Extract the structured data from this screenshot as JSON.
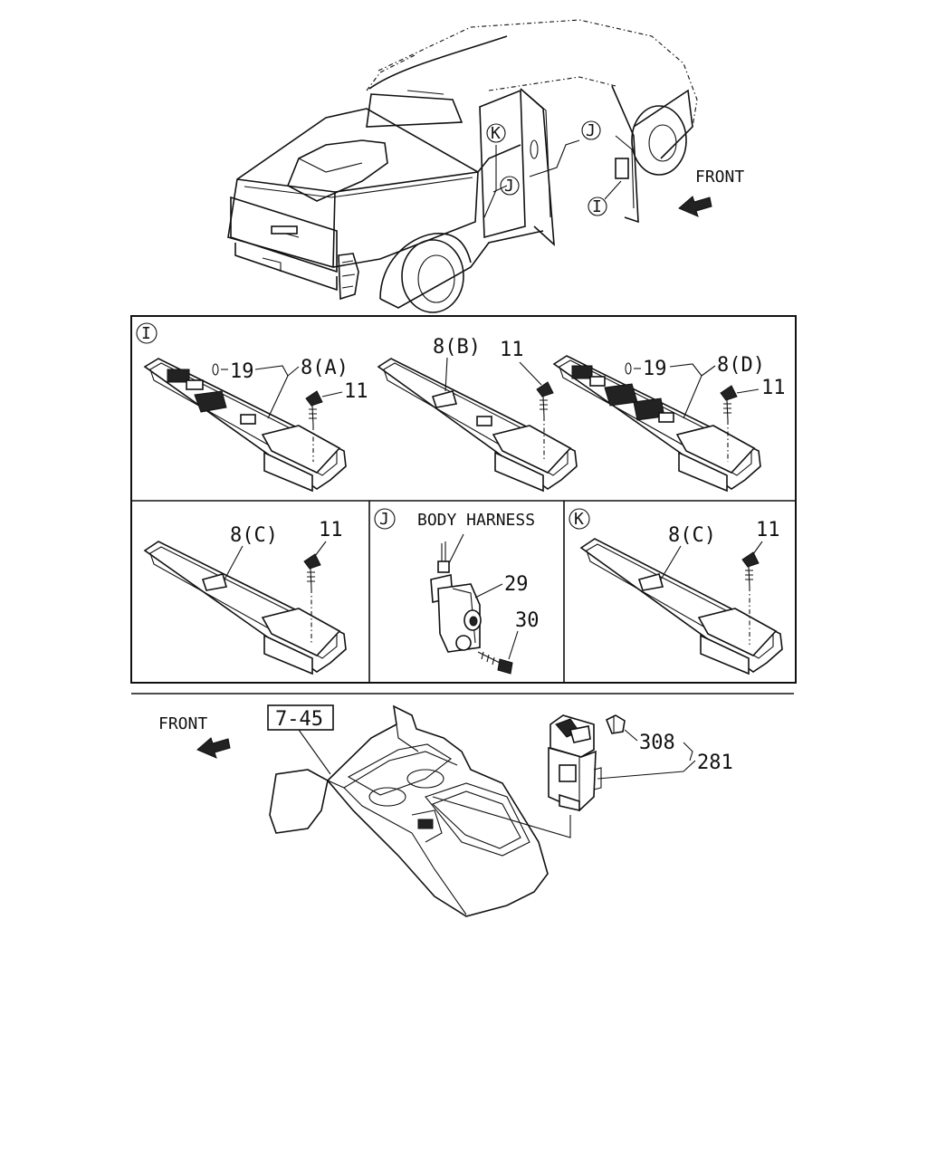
{
  "truck_view": {
    "front_label": "FRONT",
    "callouts": [
      "I",
      "J",
      "K"
    ]
  },
  "panel_i": {
    "tag": "I",
    "switch_a": {
      "part": "8(A)",
      "clip": "19",
      "screw": "11"
    },
    "switch_b": {
      "part": "8(B)",
      "screw": "11"
    },
    "switch_d": {
      "part": "8(D)",
      "clip": "19",
      "screw": "11"
    },
    "switch_c": {
      "part": "8(C)",
      "screw": "11"
    }
  },
  "panel_j": {
    "tag": "J",
    "harness_label": "BODY HARNESS",
    "part_switch": "29",
    "part_screw": "30"
  },
  "panel_k": {
    "tag": "K",
    "part": "8(C)",
    "screw": "11"
  },
  "console_view": {
    "front_label": "FRONT",
    "ref_box": "7-45",
    "part_cap": "308",
    "part_switch": "281"
  }
}
